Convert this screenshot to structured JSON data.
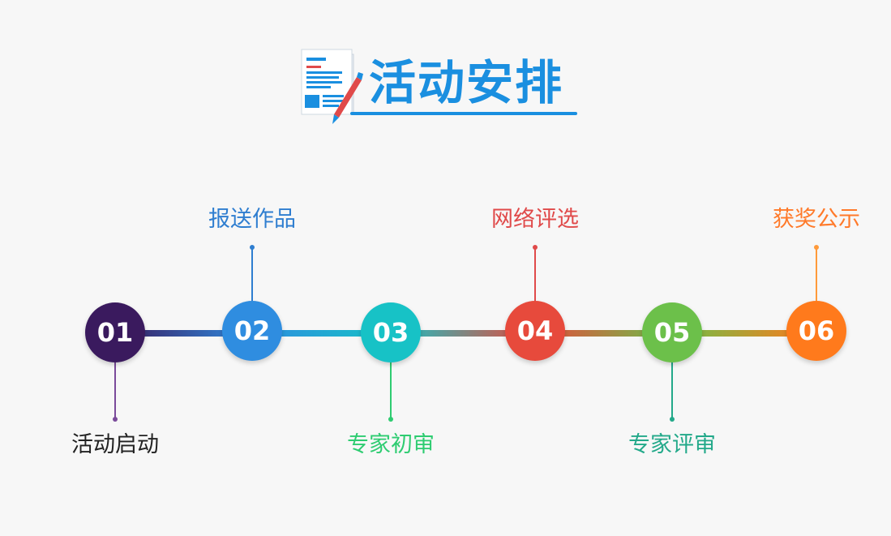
{
  "header": {
    "title": "活动安排",
    "icon": "document-pen-icon"
  },
  "steps": [
    {
      "number": "01",
      "label": "活动启动",
      "color": "#3a1a5e",
      "label_color": "#222222",
      "stem_color": "#7a4a9a",
      "position": "below"
    },
    {
      "number": "02",
      "label": "报送作品",
      "color": "#2f8de0",
      "label_color": "#2f7ed0",
      "stem_color": "#2f7ed0",
      "position": "above"
    },
    {
      "number": "03",
      "label": "专家初审",
      "color": "#17c2c6",
      "label_color": "#2ecc71",
      "stem_color": "#2ecc71",
      "position": "below"
    },
    {
      "number": "04",
      "label": "网络评选",
      "color": "#e74a3c",
      "label_color": "#e04a4a",
      "stem_color": "#e04a4a",
      "position": "above"
    },
    {
      "number": "05",
      "label": "专家评审",
      "color": "#6cc04a",
      "label_color": "#23a98a",
      "stem_color": "#23a98a",
      "position": "below"
    },
    {
      "number": "06",
      "label": "获奖公示",
      "color": "#ff7a1c",
      "label_color": "#ff7a2a",
      "stem_color": "#ff9a3a",
      "position": "above"
    }
  ]
}
